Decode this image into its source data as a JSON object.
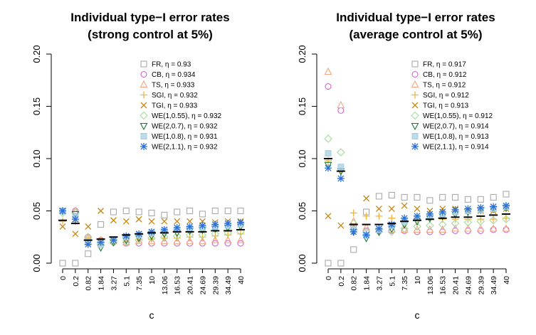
{
  "chart_data": [
    {
      "type": "scatter",
      "title": [
        "Individual type−I error rates",
        "(strong control at 5%)"
      ],
      "xlabel": "c",
      "ylabel": "",
      "categories": [
        "0",
        "0.2",
        "0.82",
        "1.84",
        "3.27",
        "5.1",
        "7.35",
        "10",
        "13.06",
        "16.53",
        "20.41",
        "24.69",
        "29.39",
        "34.49",
        "40"
      ],
      "ylim": [
        0,
        0.2
      ],
      "yticks": [
        "0.00",
        "0.05",
        "0.10",
        "0.15",
        "0.20"
      ],
      "legend_position": "top-right",
      "mean_values": [
        0.041,
        0.038,
        0.022,
        0.023,
        0.025,
        0.027,
        0.028,
        0.029,
        0.029,
        0.03,
        0.03,
        0.03,
        0.031,
        0.031,
        0.032
      ],
      "series": [
        {
          "name": "FR, η = 0.93",
          "marker": "square",
          "color": "#aaaaaa",
          "values": [
            0.0,
            0.0,
            0.009,
            0.037,
            0.049,
            0.05,
            0.049,
            0.048,
            0.046,
            0.049,
            0.05,
            0.047,
            0.05,
            0.05,
            0.05
          ]
        },
        {
          "name": "CB, η = 0.934",
          "marker": "circle",
          "color": "#cc66cc",
          "values": [
            0.05,
            0.05,
            0.025,
            0.022,
            0.02,
            0.019,
            0.019,
            0.019,
            0.019,
            0.019,
            0.019,
            0.019,
            0.019,
            0.019,
            0.019
          ]
        },
        {
          "name": "TS, η = 0.933",
          "marker": "triangle",
          "color": "#f4a582",
          "values": [
            0.05,
            0.05,
            0.025,
            0.022,
            0.021,
            0.02,
            0.021,
            0.021,
            0.021,
            0.021,
            0.021,
            0.021,
            0.022,
            0.022,
            0.022
          ]
        },
        {
          "name": "SGI, η = 0.932",
          "marker": "plus",
          "color": "#f0b440",
          "values": [
            0.04,
            0.04,
            0.024,
            0.022,
            0.022,
            0.022,
            0.023,
            0.023,
            0.024,
            0.024,
            0.025,
            0.025,
            0.026,
            0.027,
            0.028
          ]
        },
        {
          "name": "TGI, η = 0.933",
          "marker": "cross",
          "color": "#c8860f",
          "values": [
            0.035,
            0.028,
            0.035,
            0.05,
            0.041,
            0.04,
            0.042,
            0.04,
            0.04,
            0.04,
            0.04,
            0.04,
            0.039,
            0.04,
            0.04
          ]
        },
        {
          "name": "WE(1,0.55), η = 0.932",
          "marker": "diamond",
          "color": "#a6dba0",
          "values": [
            0.048,
            0.048,
            0.025,
            0.02,
            0.02,
            0.02,
            0.022,
            0.024,
            0.025,
            0.026,
            0.027,
            0.027,
            0.028,
            0.029,
            0.03
          ]
        },
        {
          "name": "WE(2,0.7), η = 0.932",
          "marker": "triangle-down",
          "color": "#1b7837",
          "values": [
            0.05,
            0.047,
            0.02,
            0.015,
            0.02,
            0.022,
            0.024,
            0.026,
            0.028,
            0.029,
            0.031,
            0.032,
            0.033,
            0.034,
            0.035
          ]
        },
        {
          "name": "WE(1,0.8), η = 0.931",
          "marker": "square-filled",
          "color": "#a6cee3",
          "values": [
            0.05,
            0.045,
            0.02,
            0.018,
            0.022,
            0.025,
            0.027,
            0.029,
            0.031,
            0.032,
            0.033,
            0.034,
            0.035,
            0.036,
            0.037
          ]
        },
        {
          "name": "WE(2,1.1), η = 0.932",
          "marker": "star",
          "color": "#2c6fd8",
          "values": [
            0.05,
            0.042,
            0.018,
            0.02,
            0.022,
            0.026,
            0.028,
            0.03,
            0.032,
            0.034,
            0.035,
            0.036,
            0.037,
            0.038,
            0.039
          ]
        }
      ]
    },
    {
      "type": "scatter",
      "title": [
        "Individual type−I error rates",
        "(average control at 5%)"
      ],
      "xlabel": "c",
      "ylabel": "",
      "categories": [
        "0",
        "0.2",
        "0.82",
        "1.84",
        "3.27",
        "5.1",
        "7.35",
        "10",
        "13.06",
        "16.53",
        "20.41",
        "24.69",
        "29.39",
        "34.49",
        "40"
      ],
      "ylim": [
        0,
        0.2
      ],
      "yticks": [
        "0.00",
        "0.05",
        "0.10",
        "0.15",
        "0.20"
      ],
      "legend_position": "top-right",
      "mean_values": [
        0.1,
        0.088,
        0.037,
        0.037,
        0.037,
        0.038,
        0.04,
        0.041,
        0.042,
        0.043,
        0.044,
        0.044,
        0.045,
        0.046,
        0.047
      ],
      "series": [
        {
          "name": "FR, η = 0.917",
          "marker": "square",
          "color": "#aaaaaa",
          "values": [
            0.0,
            0.0,
            0.013,
            0.049,
            0.064,
            0.065,
            0.063,
            0.063,
            0.06,
            0.063,
            0.063,
            0.061,
            0.061,
            0.063,
            0.066
          ]
        },
        {
          "name": "CB, η = 0.912",
          "marker": "circle",
          "color": "#cc66cc",
          "values": [
            0.169,
            0.146,
            0.035,
            0.031,
            0.031,
            0.031,
            0.031,
            0.03,
            0.03,
            0.03,
            0.031,
            0.031,
            0.031,
            0.032,
            0.032
          ]
        },
        {
          "name": "TS, η = 0.912",
          "marker": "triangle",
          "color": "#f4a582",
          "values": [
            0.183,
            0.151,
            0.04,
            0.034,
            0.032,
            0.032,
            0.032,
            0.032,
            0.032,
            0.032,
            0.033,
            0.033,
            0.033,
            0.033,
            0.033
          ]
        },
        {
          "name": "SGI, η = 0.912",
          "marker": "plus",
          "color": "#f0b440",
          "values": [
            0.098,
            0.088,
            0.048,
            0.045,
            0.045,
            0.043,
            0.043,
            0.042,
            0.042,
            0.042,
            0.042,
            0.042,
            0.042,
            0.042,
            0.043
          ]
        },
        {
          "name": "TGI, η = 0.913",
          "marker": "cross",
          "color": "#c8860f",
          "values": [
            0.045,
            0.036,
            0.036,
            0.062,
            0.052,
            0.052,
            0.055,
            0.052,
            0.05,
            0.052,
            0.052,
            0.05,
            0.05,
            0.05,
            0.052
          ]
        },
        {
          "name": "WE(1,0.55), η = 0.912",
          "marker": "diamond",
          "color": "#a6dba0",
          "values": [
            0.119,
            0.106,
            0.038,
            0.03,
            0.03,
            0.03,
            0.033,
            0.035,
            0.036,
            0.037,
            0.038,
            0.039,
            0.04,
            0.041,
            0.042
          ]
        },
        {
          "name": "WE(2,0.7), η = 0.914",
          "marker": "triangle-down",
          "color": "#1b7837",
          "values": [
            0.094,
            0.088,
            0.03,
            0.024,
            0.03,
            0.033,
            0.037,
            0.04,
            0.043,
            0.045,
            0.047,
            0.049,
            0.051,
            0.052,
            0.053
          ]
        },
        {
          "name": "WE(1,0.8), η = 0.913",
          "marker": "square-filled",
          "color": "#a6cee3",
          "values": [
            0.105,
            0.092,
            0.032,
            0.027,
            0.032,
            0.036,
            0.04,
            0.043,
            0.045,
            0.047,
            0.049,
            0.05,
            0.051,
            0.052,
            0.054
          ]
        },
        {
          "name": "WE(2,1.1), η = 0.914",
          "marker": "star",
          "color": "#2c6fd8",
          "values": [
            0.091,
            0.081,
            0.03,
            0.027,
            0.033,
            0.037,
            0.043,
            0.045,
            0.047,
            0.049,
            0.051,
            0.052,
            0.053,
            0.054,
            0.055
          ]
        }
      ]
    }
  ]
}
